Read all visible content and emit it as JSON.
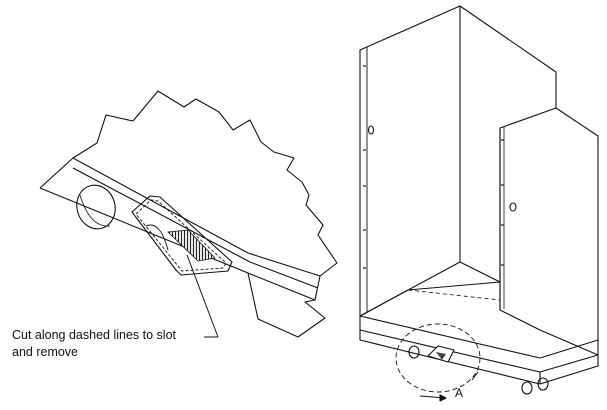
{
  "callout": {
    "line1": "Cut along dashed lines to slot",
    "line2": "and remove"
  },
  "detail_label": "A",
  "colors": {
    "ink": "#111111",
    "paper": "#ffffff",
    "hatch": "#333333"
  }
}
